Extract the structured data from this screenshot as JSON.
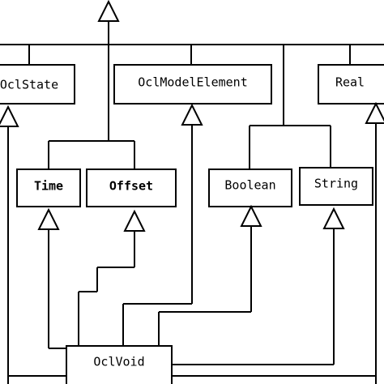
{
  "diagram": {
    "classes": {
      "oclstate": "OclState",
      "oclmodelelement": "OclModelElement",
      "real": "Real",
      "time": "Time",
      "offset": "Offset",
      "boolean": "Boolean",
      "string": "String",
      "oclvoid": "OclVoid"
    }
  }
}
